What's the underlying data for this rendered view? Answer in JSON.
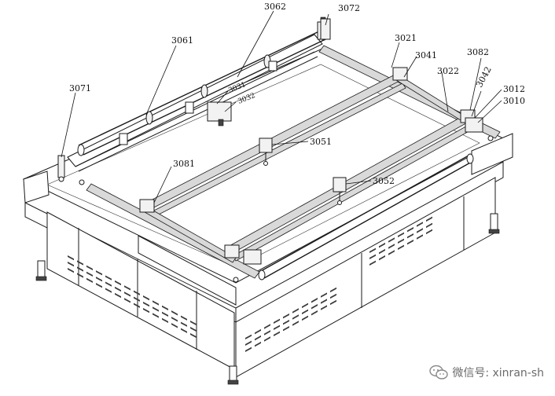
{
  "labels": {
    "l3061": "3061",
    "l3062": "3062",
    "l3072": "3072",
    "l3021": "3021",
    "l3041": "3041",
    "l3082": "3082",
    "l3022": "3022",
    "l3042": "3042",
    "l3012": "3012",
    "l3010": "3010",
    "l3071": "3071",
    "l3031": "3031",
    "l3032": "3032",
    "l3051": "3051",
    "l3081": "3081",
    "l3052": "3052"
  },
  "watermark": {
    "icon": "wechat-icon",
    "text": "微信号: xinran-sh"
  }
}
